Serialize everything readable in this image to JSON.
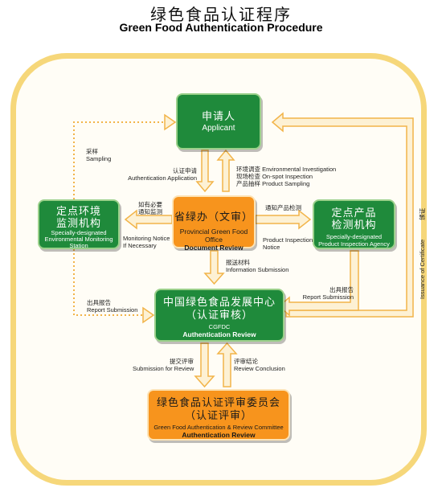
{
  "title": {
    "cn": "绿色食品认证程序",
    "en": "Green Food Authentication Procedure"
  },
  "nodes": {
    "applicant": {
      "cn": "申请人",
      "en": "Applicant"
    },
    "provincial_office": {
      "cn": "省绿办（文审）",
      "en": "Provincial Green Food Office",
      "en_bold": "Document Review"
    },
    "env_station": {
      "cn_line1": "定点环境",
      "cn_line2": "监测机构",
      "en_line1": "Specially-designated",
      "en_line2": "Environmental Monitoring",
      "en_line3": "Station"
    },
    "product_agency": {
      "cn_line1": "定点产品",
      "cn_line2": "检测机构",
      "en_line1": "Specially-designated",
      "en_line2": "Product Inspection Agency"
    },
    "cgfdc": {
      "cn_line1": "中国绿色食品发展中心",
      "cn_line2": "（认证审核）",
      "en": "CGFDC",
      "en_bold": "Authentication Review"
    },
    "committee": {
      "cn_line1": "绿色食品认证评审委员会",
      "cn_line2": "（认证评审）",
      "en": "Green Food Authentication & Review Committee",
      "en_bold": "Authentication Review"
    }
  },
  "labels": {
    "sampling": {
      "cn": "采样",
      "en": "Sampling"
    },
    "auth_application": {
      "cn": "认证申请",
      "en": "Authentication Application"
    },
    "env_investigation": {
      "cn": "环境调查",
      "en": "Environmental Investigation"
    },
    "onspot_inspection": {
      "cn": "现场检查",
      "en": "On-spot Inspection"
    },
    "product_sampling": {
      "cn": "产品抽样",
      "en": "Product Sampling"
    },
    "monitoring_notice": {
      "cn_line1": "如有必要",
      "cn_line2": "通知监测",
      "en_line1": "Monitoring Notice",
      "en_line2": "If Necessary"
    },
    "product_inspection_notice": {
      "cn": "通知产品检测",
      "en_line1": "Product Inspection",
      "en_line2": "Notice"
    },
    "info_submission": {
      "cn": "报送材料",
      "en": "Information Submission"
    },
    "report_submission_left": {
      "cn": "出具报告",
      "en": "Report Submission"
    },
    "report_submission_right": {
      "cn": "出具报告",
      "en": "Report Submission"
    },
    "issuance_certificate": {
      "en": "Issuance of Certificate",
      "cn": "颁证"
    },
    "submission_review": {
      "cn": "提交评审",
      "en": "Submission for Review"
    },
    "review_conclusion": {
      "cn": "评审结论",
      "en": "Review Conclusion"
    }
  },
  "colors": {
    "green": "#1f8a3b",
    "orange": "#f7941d",
    "frame": "#f6d77a",
    "arrow_fill": "#fdf1d4",
    "arrow_stroke": "#f2b449"
  }
}
